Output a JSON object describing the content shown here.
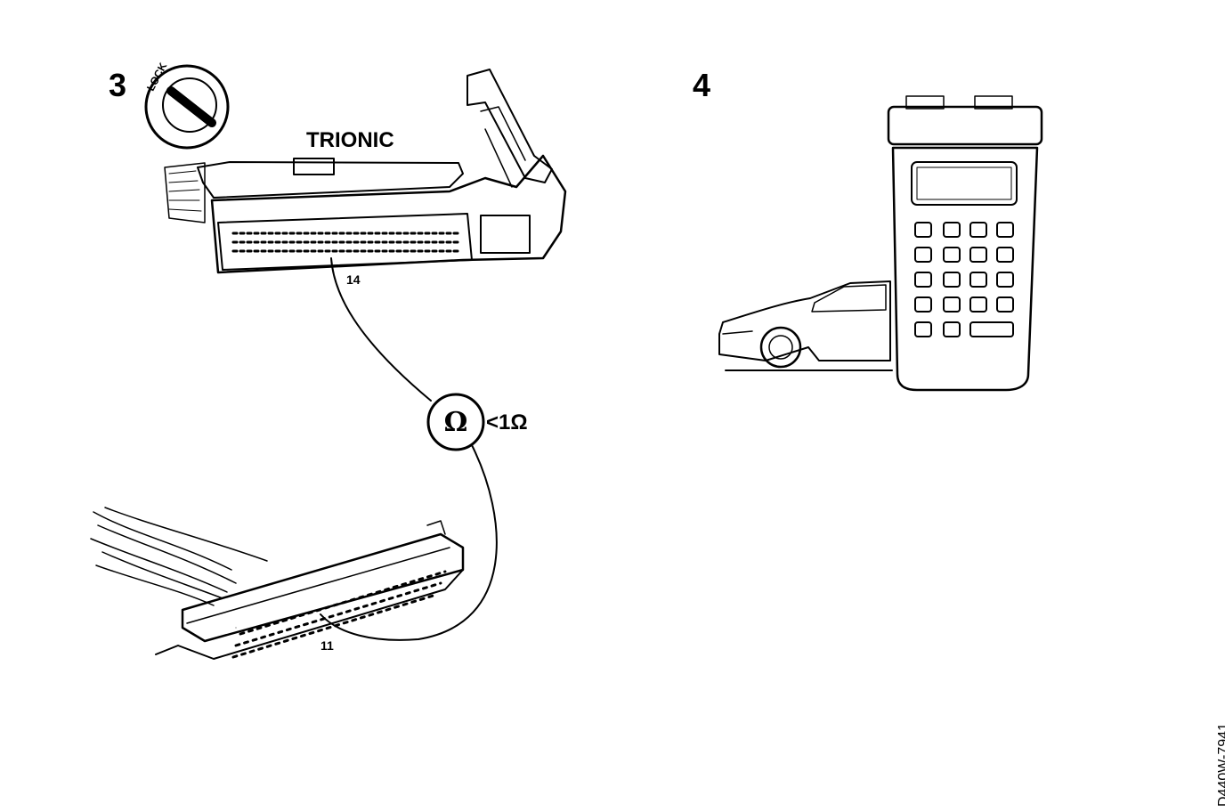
{
  "step3": {
    "number": "3",
    "lock_text": "LOCK",
    "ecu_label": "TRIONIC",
    "pin_ecu": "14",
    "pin_connector": "11",
    "meter_symbol": "Ω",
    "resistance": "<1Ω"
  },
  "step4": {
    "number": "4"
  },
  "figure_code": "D440W-7941"
}
